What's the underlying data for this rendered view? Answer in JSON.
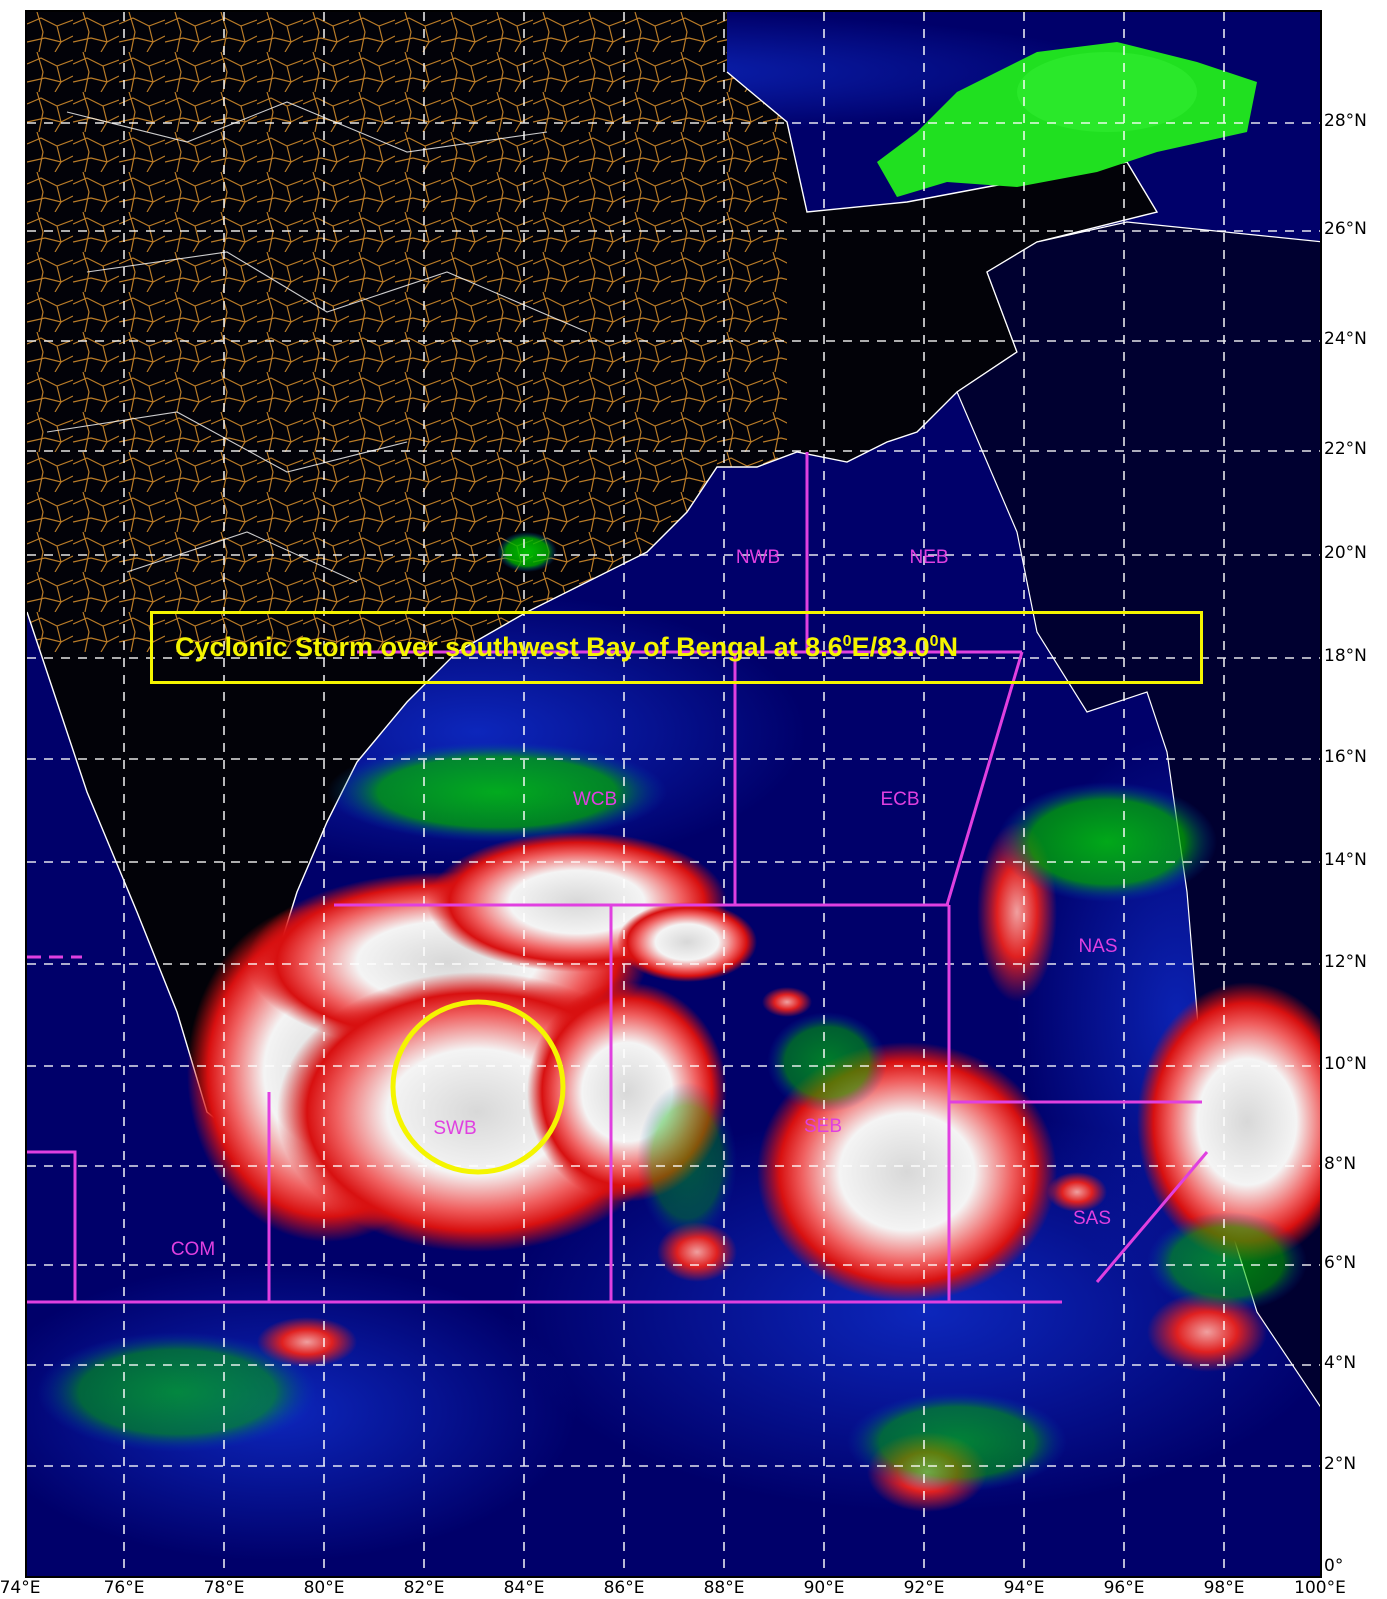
{
  "map": {
    "colors": {
      "sea": "#00006a",
      "land": "#000000",
      "grid": "#ffffff",
      "region_lines": "#e040e0",
      "annotation": "#f5f500",
      "cloud_low": "#00c800",
      "cloud_mid": "#e00000",
      "cloud_high": "#f0f0f0",
      "state_borders": "#e8a030"
    },
    "lat_labels": [
      "28°N",
      "26°N",
      "24°N",
      "22°N",
      "20°N",
      "18°N",
      "16°N",
      "14°N",
      "12°N",
      "10°N",
      "8°N",
      "6°N",
      "4°N",
      "2°N",
      "0°"
    ],
    "lon_labels": [
      "74°E",
      "76°E",
      "78°E",
      "80°E",
      "82°E",
      "84°E",
      "86°E",
      "88°E",
      "90°E",
      "92°E",
      "94°E",
      "96°E",
      "98°E",
      "100°E"
    ],
    "title": {
      "part1": "Cyclonic Storm over southwest Bay of Bengal at 8.6",
      "sup1": "0",
      "part2": "E/83.0",
      "sup2": "0",
      "part3": "N"
    },
    "regions": {
      "nwb": "NWB",
      "neb": "NEB",
      "wcb": "WCB",
      "ecb": "ECB",
      "nas": "NAS",
      "swb": "SWB",
      "seb": "SEB",
      "sas": "SAS",
      "com": "COM"
    },
    "storm_marker": {
      "lat": 8.6,
      "lon": 83.0,
      "color": "#f5f500"
    }
  }
}
